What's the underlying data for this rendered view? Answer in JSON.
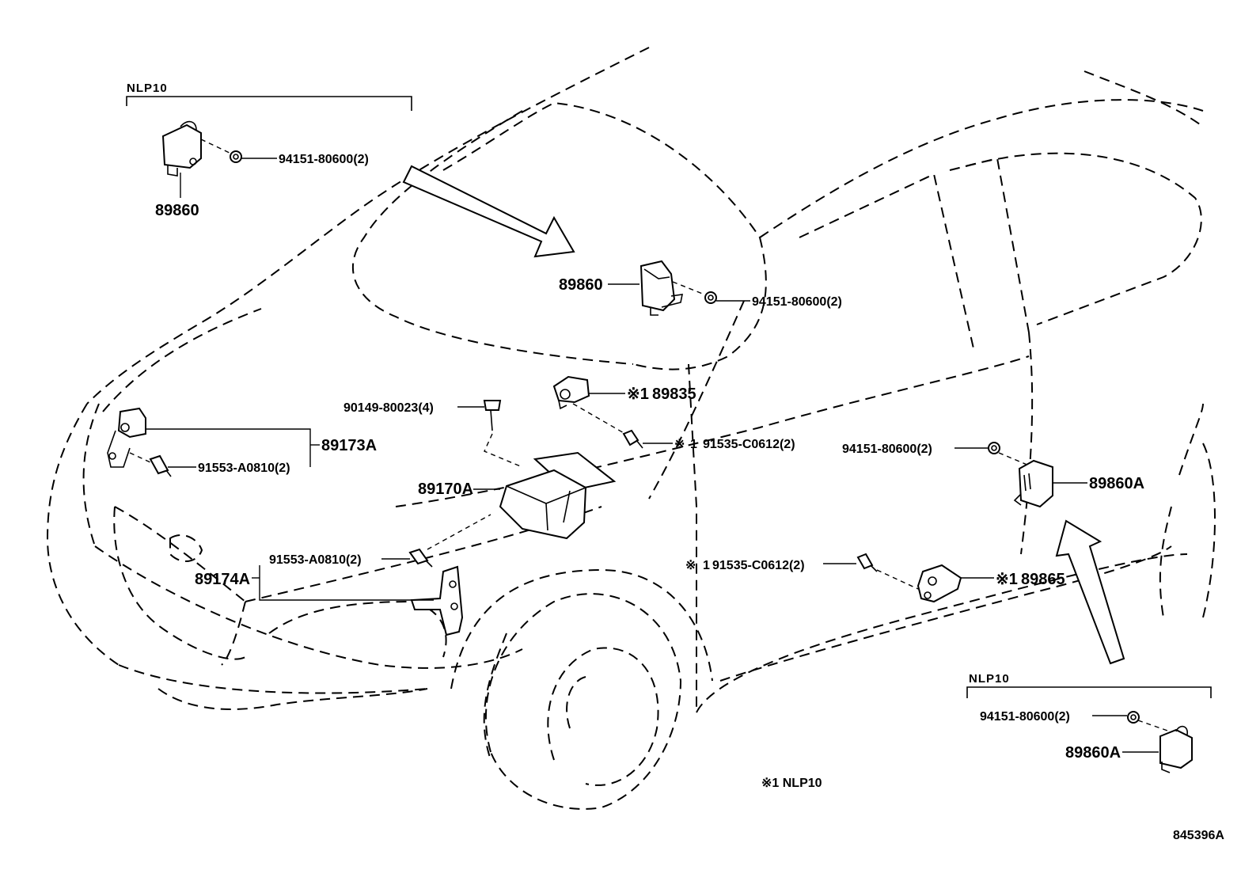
{
  "groups": {
    "nlp10_top": "NLP10",
    "nlp10_bottom": "NLP10"
  },
  "parts": {
    "p89860_tl": "89860",
    "p89860_center": "89860",
    "p89860a_right": "89860A",
    "p89860a_br": "89860A",
    "p89835": "89835",
    "p89865": "89865",
    "p89173a": "89173A",
    "p89170a": "89170A",
    "p89174a": "89174A"
  },
  "fasteners": {
    "f94151_tl": "94151-80600(2)",
    "f94151_center": "94151-80600(2)",
    "f94151_right": "94151-80600(2)",
    "f94151_br": "94151-80600(2)",
    "f90149": "90149-80023(4)",
    "f91535_upper": "91535-C0612(2)",
    "f91535_lower": "91535-C0612(2)",
    "f91553_left": "91553-A0810(2)",
    "f91553_lower": "91553-A0810(2)"
  },
  "notes": {
    "mark": "※1",
    "mark_small": "※",
    "one": "1",
    "legend": "※1  NLP10"
  },
  "footer": {
    "illustration_number": "845396A"
  }
}
